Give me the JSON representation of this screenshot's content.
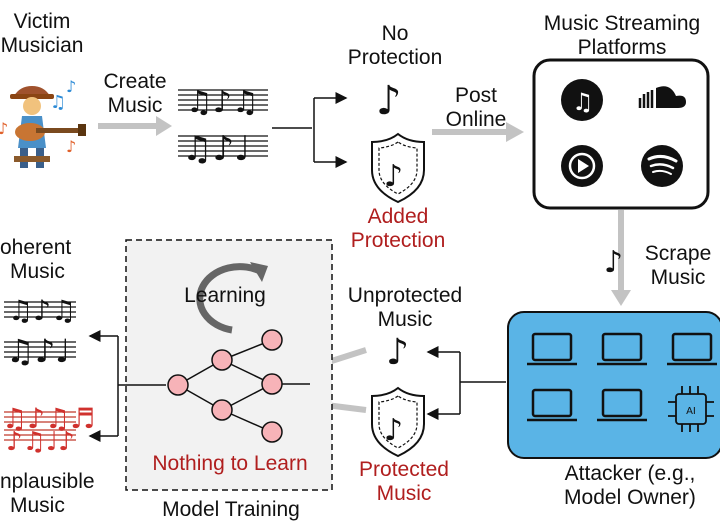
{
  "labels": {
    "victim_musician_1": "Victim",
    "victim_musician_2": "Musician",
    "create_music_1": "Create",
    "create_music_2": "Music",
    "no_protection_1": "No",
    "no_protection_2": "Protection",
    "added_protection_1": "Added",
    "added_protection_2": "Protection",
    "post_online_1": "Post",
    "post_online_2": "Online",
    "platforms_1": "Music Streaming",
    "platforms_2": "Platforms",
    "scrape_1": "Scrape",
    "scrape_2": "Music",
    "unprotected_1": "Unprotected",
    "unprotected_2": "Music",
    "protected_1": "Protected",
    "protected_2": "Music",
    "attacker_1": "Attacker (e.g.,",
    "attacker_2": "Model Owner)",
    "learning": "Learning",
    "nothing_to_learn": "Nothing to Learn",
    "model_training": "Model Training",
    "coherent_1": "oherent",
    "coherent_2": "Music",
    "implausible_1": "nplausible",
    "implausible_2": "Music",
    "ai_chip": "AI"
  },
  "colors": {
    "protection_red": "#b01e1e",
    "attacker_box": "#5ab4e6",
    "arrow_gray": "#c3c3c3",
    "model_box": "#f2f2f2",
    "neuron": "#f7b3b8"
  },
  "icons": {
    "platforms": [
      "apple-music-icon",
      "soundcloud-icon",
      "youtube-music-icon",
      "spotify-icon"
    ],
    "attacker": [
      "laptop-icon",
      "laptop-icon",
      "laptop-icon",
      "laptop-icon",
      "laptop-icon",
      "ai-chip-icon"
    ]
  }
}
